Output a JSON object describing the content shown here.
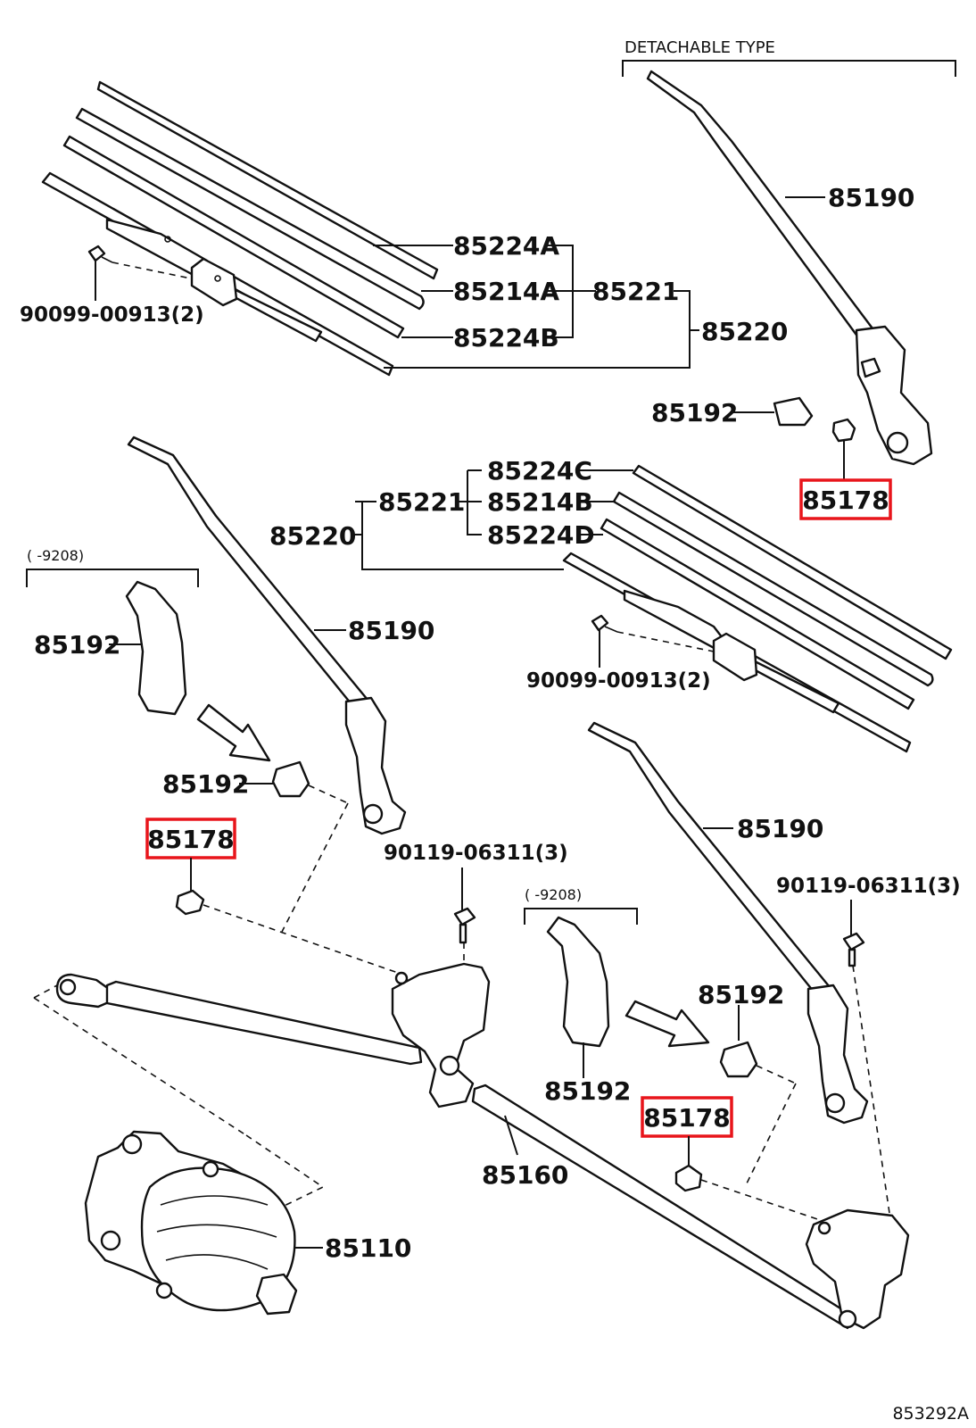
{
  "diagram": {
    "title_detachable": "DETACHABLE TYPE",
    "figure_ref": "853292A",
    "highlight_color": "#e8151b",
    "labels": {
      "arm_right_top": "85190",
      "insert_top": "85224A",
      "rubber_top": "85214A",
      "insert_top_b": "85224B",
      "blade_refill_top": "85221",
      "blade_top": "85220",
      "screw_top": "90099-00913(2)",
      "cap_top": "85192",
      "nut_top_hl": "85178",
      "insert_mid_c": "85224C",
      "rubber_mid_b": "85214B",
      "insert_mid_d": "85224D",
      "blade_refill_mid": "85221",
      "blade_mid": "85220",
      "screw_mid": "90099-00913(2)",
      "arm_left": "85190",
      "cap_left_side": "85192",
      "cap_left_small": "85192",
      "nut_left_hl": "85178",
      "bolt_left": "90119-06311(3)",
      "cap_right_side": "85192",
      "arm_right_lower": "85190",
      "bolt_right": "90119-06311(3)",
      "cap_right_small": "85192",
      "nut_right_hl": "85178",
      "link": "85160",
      "motor": "85110",
      "date_note_left": "(        -9208)",
      "date_note_right": "(        -9208)"
    }
  }
}
